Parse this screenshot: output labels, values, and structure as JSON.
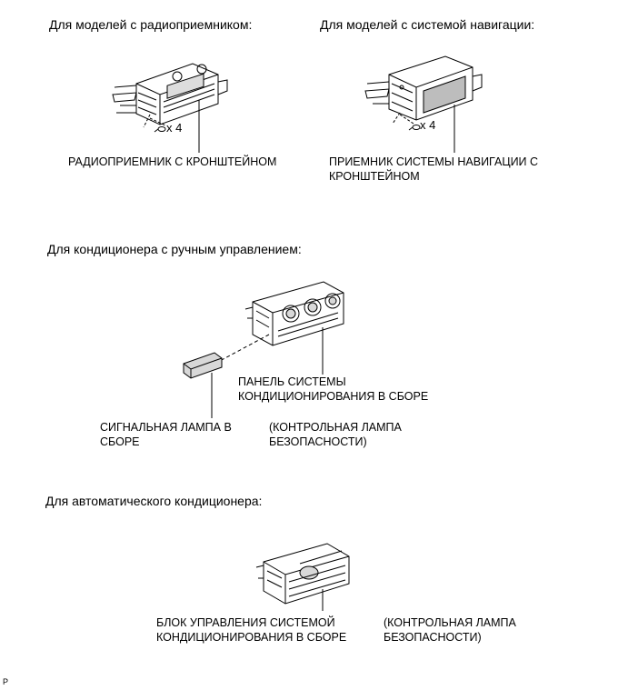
{
  "sections": {
    "radio": {
      "heading": "Для моделей с радиоприемником:",
      "qty": "x 4",
      "label_line1": "РАДИОПРИЕМНИК С КРОНШТЕЙНОМ"
    },
    "navigation": {
      "heading": "Для моделей с системой навигации:",
      "qty": "x 4",
      "label_line1": "ПРИЕМНИК СИСТЕМЫ НАВИГАЦИИ С",
      "label_line2": "КРОНШТЕЙНОМ"
    },
    "manual_ac": {
      "heading": "Для кондиционера с ручным управлением:",
      "panel_line1": "ПАНЕЛЬ СИСТЕМЫ",
      "panel_line2": "КОНДИЦИОНИРОВАНИЯ В СБОРЕ",
      "lamp_line1": "СИГНАЛЬНАЯ ЛАМПА В",
      "lamp_line2": "СБОРЕ",
      "note_line1": "(КОНТРОЛЬНАЯ ЛАМПА",
      "note_line2": "БЕЗОПАСНОСТИ)"
    },
    "auto_ac": {
      "heading": "Для автоматического кондиционера:",
      "unit_line1": "БЛОК УПРАВЛЕНИЯ СИСТЕМОЙ",
      "unit_line2": "КОНДИЦИОНИРОВАНИЯ В СБОРЕ",
      "note_line1": "(КОНТРОЛЬНАЯ ЛАМПА",
      "note_line2": "БЕЗОПАСНОСТИ)"
    }
  },
  "corner_mark": "P",
  "colors": {
    "ink": "#000000",
    "paper": "#ffffff",
    "shade": "#d8d8d8",
    "screen": "#bdbdbd"
  }
}
